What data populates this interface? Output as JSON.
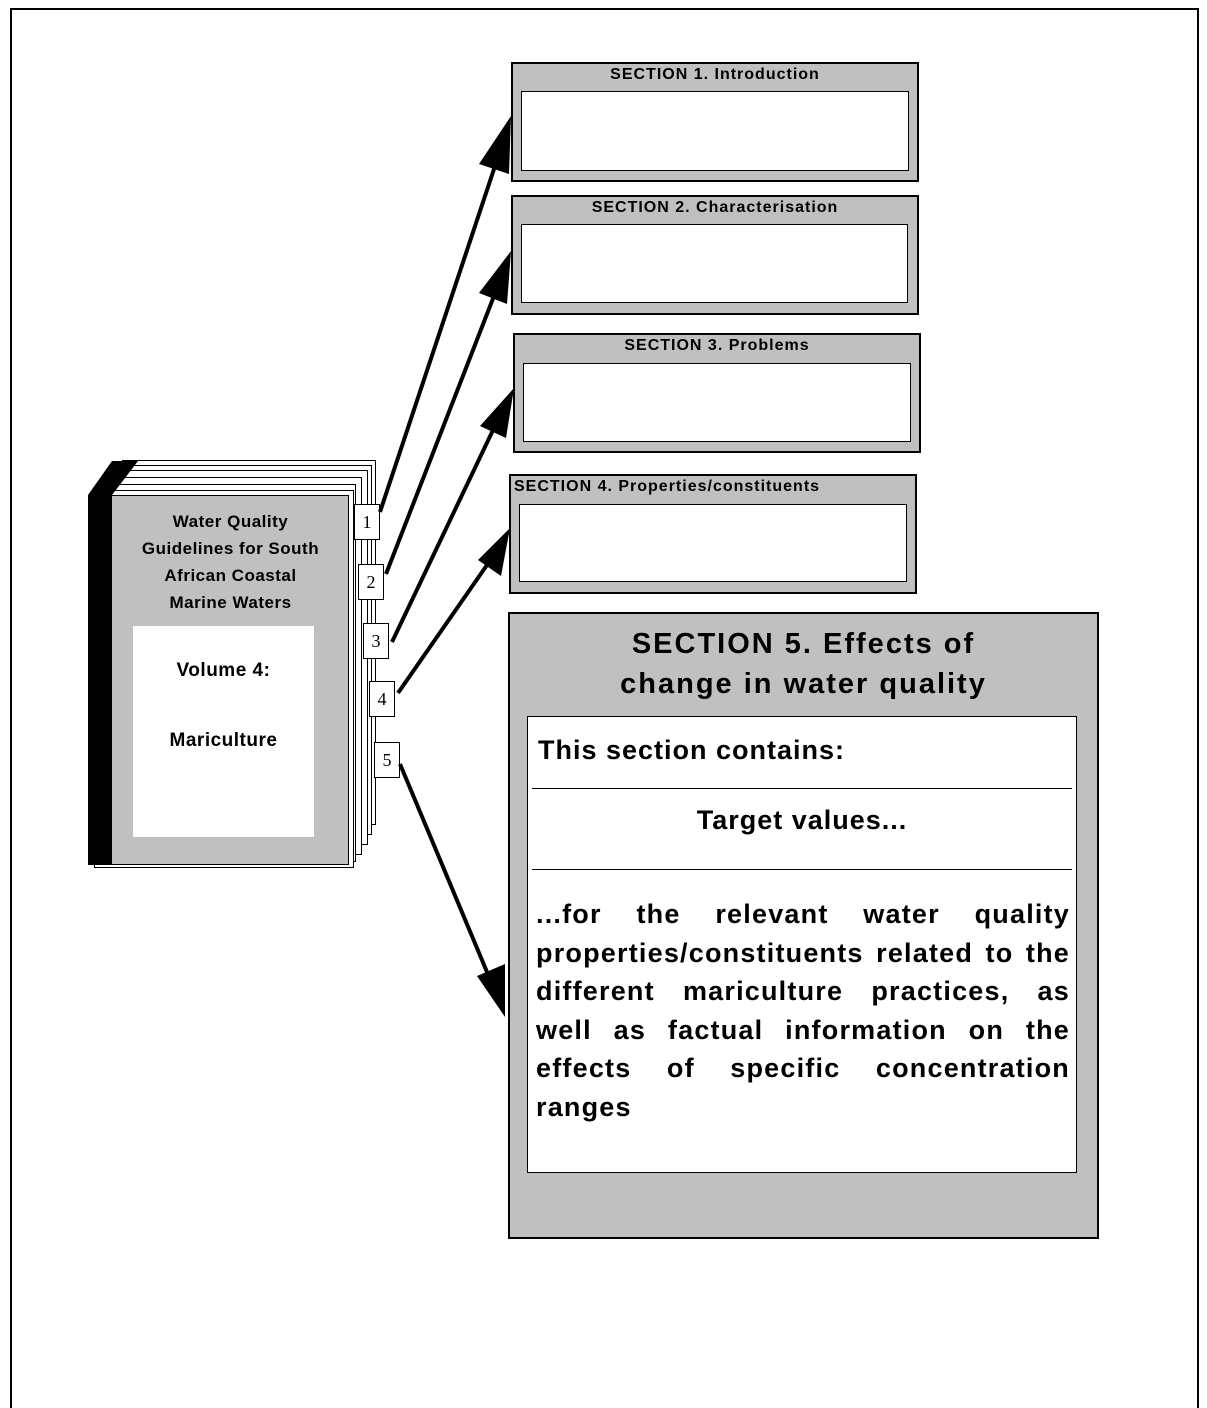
{
  "book": {
    "title": "Water Quality Guidelines for South African Coastal Marine Waters",
    "title_lines": [
      "Water Quality",
      "Guidelines for South",
      "African Coastal",
      "Marine Waters"
    ],
    "volume": "Volume 4:",
    "subtitle": "Mariculture",
    "tabs": [
      "1",
      "2",
      "3",
      "4",
      "5"
    ]
  },
  "sections": [
    {
      "heading": "SECTION  1.  Introduction"
    },
    {
      "heading": "SECTION  2.  Characterisation"
    },
    {
      "heading": "SECTION  3.  Problems"
    },
    {
      "heading": "SECTION  4.  Properties/constituents"
    }
  ],
  "section5": {
    "heading_lines": [
      "SECTION  5.  Effects of",
      "change in water quality"
    ],
    "contains_label": "This section contains:",
    "target_values": "Target values...",
    "description": "...for the relevant water quality properties/constituents related to  the different mariculture practices, as well as factual information on the effects of specific concentration ranges"
  }
}
